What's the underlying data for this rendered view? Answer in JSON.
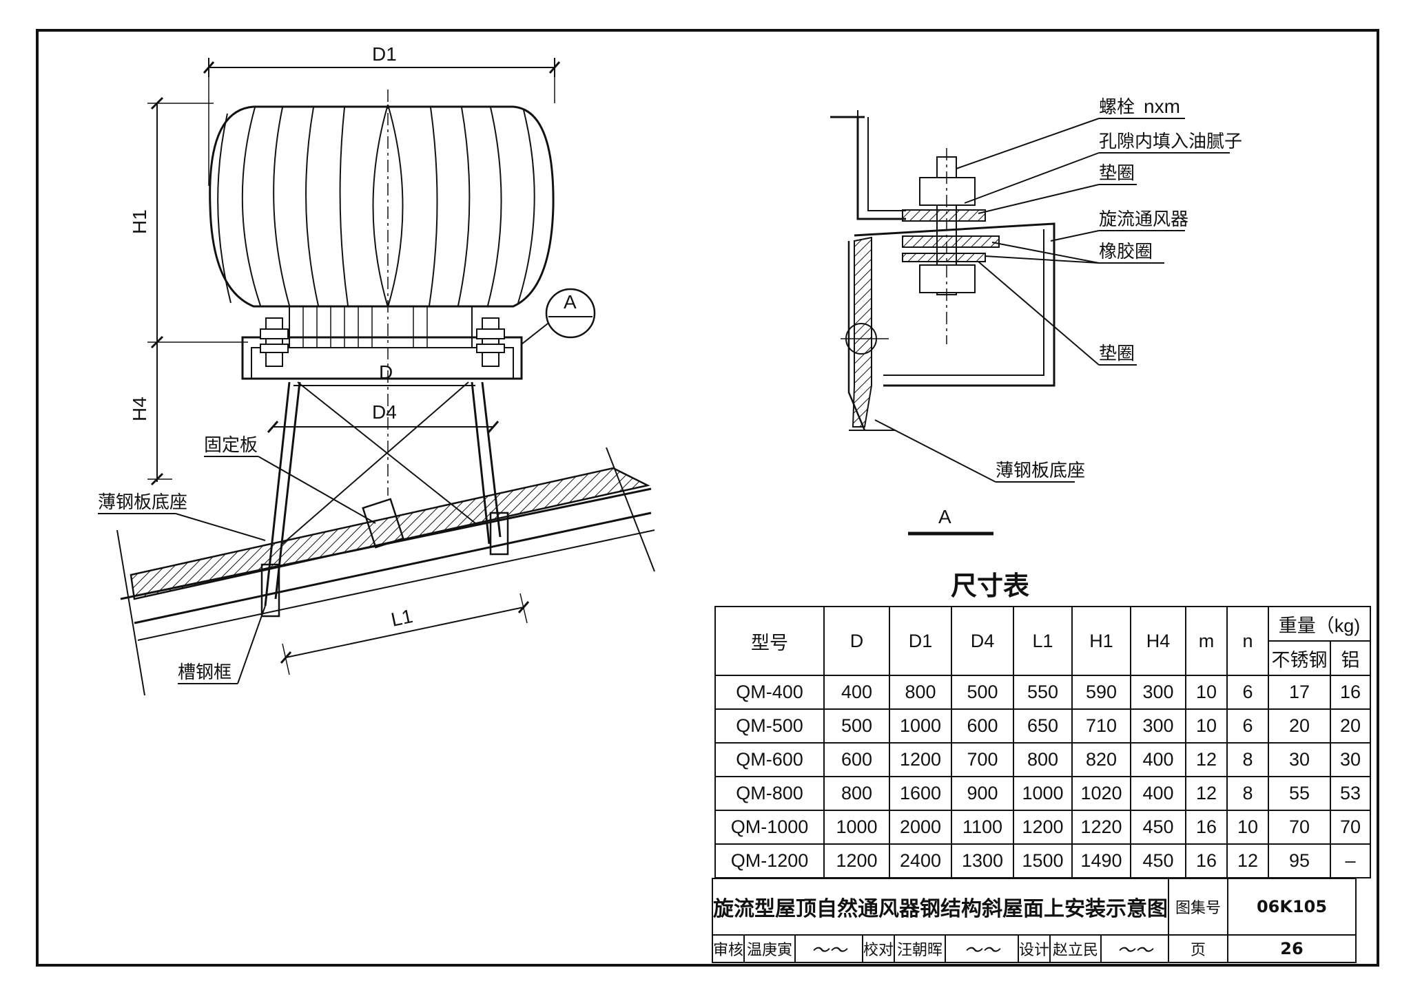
{
  "drawing": {
    "dimension_labels": {
      "d1": "D1",
      "h1": "H1",
      "h4": "H4",
      "d": "D",
      "d4": "D4",
      "l1": "L1"
    },
    "section_marker": "A",
    "left_callouts": {
      "fixing_plate": "固定板",
      "thin_steel_base": "薄钢板底座",
      "channel_frame": "槽钢框"
    },
    "detail_callouts": {
      "bolt": "螺栓",
      "bolt_spec": "nxm",
      "putty": "孔隙内填入油腻子",
      "washer_top": "垫圈",
      "ventilator": "旋流通风器",
      "rubber_ring": "橡胶圈",
      "washer_bottom": "垫圈",
      "thin_steel_base": "薄钢板底座"
    },
    "detail_title": "A"
  },
  "table": {
    "title": "尺寸表",
    "headers": [
      "型号",
      "D",
      "D1",
      "D4",
      "L1",
      "H1",
      "H4",
      "m",
      "n"
    ],
    "weight_header": "重量（kg)",
    "weight_sub": [
      "不锈钢",
      "铝"
    ],
    "rows": [
      [
        "QM-400",
        "400",
        "800",
        "500",
        "550",
        "590",
        "300",
        "10",
        "6",
        "17",
        "16"
      ],
      [
        "QM-500",
        "500",
        "1000",
        "600",
        "650",
        "710",
        "300",
        "10",
        "6",
        "20",
        "20"
      ],
      [
        "QM-600",
        "600",
        "1200",
        "700",
        "800",
        "820",
        "400",
        "12",
        "8",
        "30",
        "30"
      ],
      [
        "QM-800",
        "800",
        "1600",
        "900",
        "1000",
        "1020",
        "400",
        "12",
        "8",
        "55",
        "53"
      ],
      [
        "QM-1000",
        "1000",
        "2000",
        "1100",
        "1200",
        "1220",
        "450",
        "16",
        "10",
        "70",
        "70"
      ],
      [
        "QM-1200",
        "1200",
        "2400",
        "1300",
        "1500",
        "1490",
        "450",
        "16",
        "12",
        "95",
        "–"
      ]
    ]
  },
  "title_block": {
    "title": "旋流型屋顶自然通风器钢结构斜屋面上安装示意图",
    "atlas_label": "图集号",
    "atlas_no": "06K105",
    "review_label": "审核",
    "review_name": "温庚寅",
    "check_label": "校对",
    "check_name": "汪朝晖",
    "design_label": "设计",
    "design_name": "赵立民",
    "page_label": "页",
    "page_no": "26"
  }
}
